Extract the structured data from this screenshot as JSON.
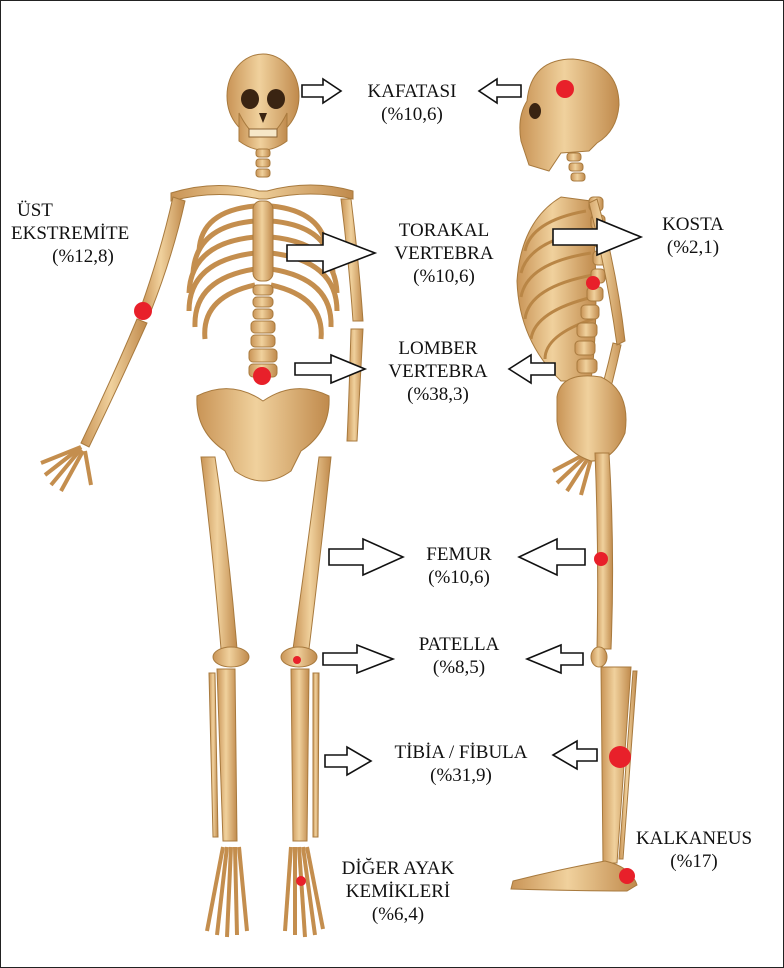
{
  "colors": {
    "bone": "#e2b57a",
    "bone_light": "#f2d7a8",
    "bone_shade": "#b9884a",
    "marker": "#e8202a",
    "arrow_stroke": "#111111",
    "arrow_fill": "#ffffff"
  },
  "labels": {
    "kafatasi": {
      "name": [
        "KAFATASI"
      ],
      "pct": "(%10,6)"
    },
    "ust_ekstremite": {
      "name": [
        "ÜST",
        "EKSTREMİTE"
      ],
      "pct": "(%12,8)"
    },
    "torakal_vertebra": {
      "name": [
        "TORAKAL",
        "VERTEBRA"
      ],
      "pct": "(%10,6)"
    },
    "kosta": {
      "name": [
        "KOSTA"
      ],
      "pct": "(%2,1)"
    },
    "lomber_vertebra": {
      "name": [
        "LOMBER",
        "VERTEBRA"
      ],
      "pct": "(%38,3)"
    },
    "femur": {
      "name": [
        "FEMUR"
      ],
      "pct": "(%10,6)"
    },
    "patella": {
      "name": [
        "PATELLA"
      ],
      "pct": "(%8,5)"
    },
    "tibia_fibula": {
      "name": [
        "TİBİA / FİBULA"
      ],
      "pct": "(%31,9)"
    },
    "kalkaneus": {
      "name": [
        "KALKANEUS"
      ],
      "pct": "(%17)"
    },
    "diger_ayak": {
      "name": [
        "DİĞER AYAK",
        "KEMİKLERİ"
      ],
      "pct": "(%6,4)"
    }
  }
}
